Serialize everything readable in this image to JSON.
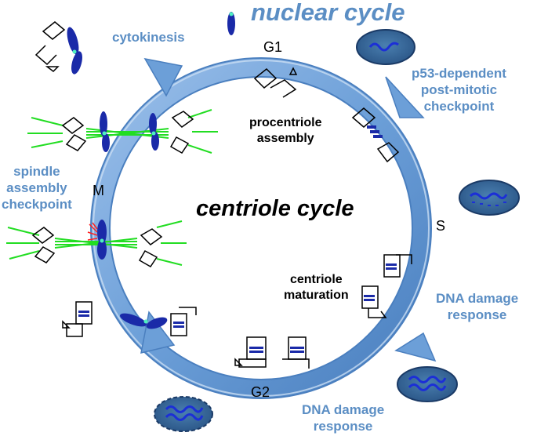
{
  "titles": {
    "nuclear": "nuclear cycle",
    "centriole": "centriole cycle"
  },
  "phases": {
    "g1": "G1",
    "s": "S",
    "g2": "G2",
    "m": "M"
  },
  "checkpoints": {
    "cytokinesis": "cytokinesis",
    "p53": [
      "p53-dependent",
      "post-mitotic",
      "checkpoint"
    ],
    "spindle": [
      "spindle",
      "assembly",
      "checkpoint"
    ],
    "dna_damage_right": [
      "DNA damage",
      "response"
    ],
    "dna_damage_bottom": [
      "DNA damage",
      "response"
    ]
  },
  "centriole_events": {
    "procentriole": [
      "procentriole",
      "assembly"
    ],
    "maturation": [
      "centriole",
      "maturation"
    ]
  },
  "colors": {
    "ring": "#6c9fd8",
    "ring_dark": "#4a7fbf",
    "label_blue": "#5b8ec4",
    "nucleus": "#2f5d8f",
    "dna": "#1c2fd6",
    "spindle": "#22dd22",
    "chromosome": "#1a2aa8"
  }
}
